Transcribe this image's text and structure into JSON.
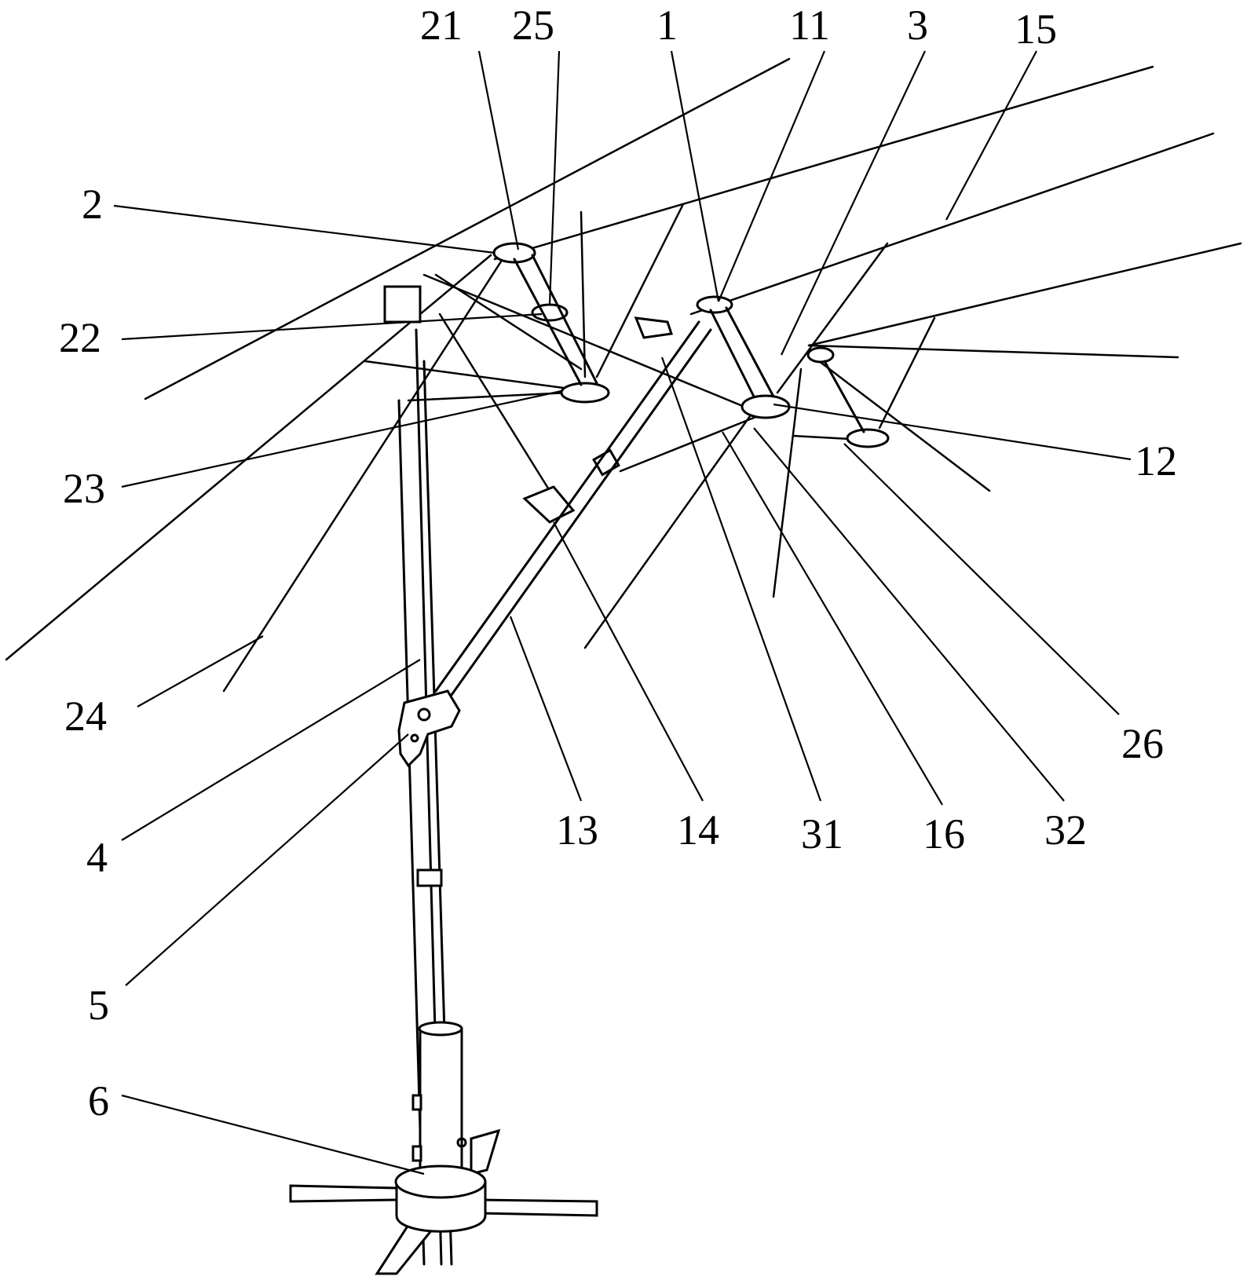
{
  "labels": [
    {
      "id": "label-2",
      "text": "2"
    },
    {
      "id": "label-21",
      "text": "21"
    },
    {
      "id": "label-25",
      "text": "25"
    },
    {
      "id": "label-1",
      "text": "1"
    },
    {
      "id": "label-11",
      "text": "11"
    },
    {
      "id": "label-3",
      "text": "3"
    },
    {
      "id": "label-15",
      "text": "15"
    },
    {
      "id": "label-22",
      "text": "22"
    },
    {
      "id": "label-23",
      "text": "23"
    },
    {
      "id": "label-12",
      "text": "12"
    },
    {
      "id": "label-24",
      "text": "24"
    },
    {
      "id": "label-26",
      "text": "26"
    },
    {
      "id": "label-4",
      "text": "4"
    },
    {
      "id": "label-13",
      "text": "13"
    },
    {
      "id": "label-14",
      "text": "14"
    },
    {
      "id": "label-31",
      "text": "31"
    },
    {
      "id": "label-16",
      "text": "16"
    },
    {
      "id": "label-32",
      "text": "32"
    },
    {
      "id": "label-5",
      "text": "5"
    },
    {
      "id": "label-6",
      "text": "6"
    }
  ]
}
